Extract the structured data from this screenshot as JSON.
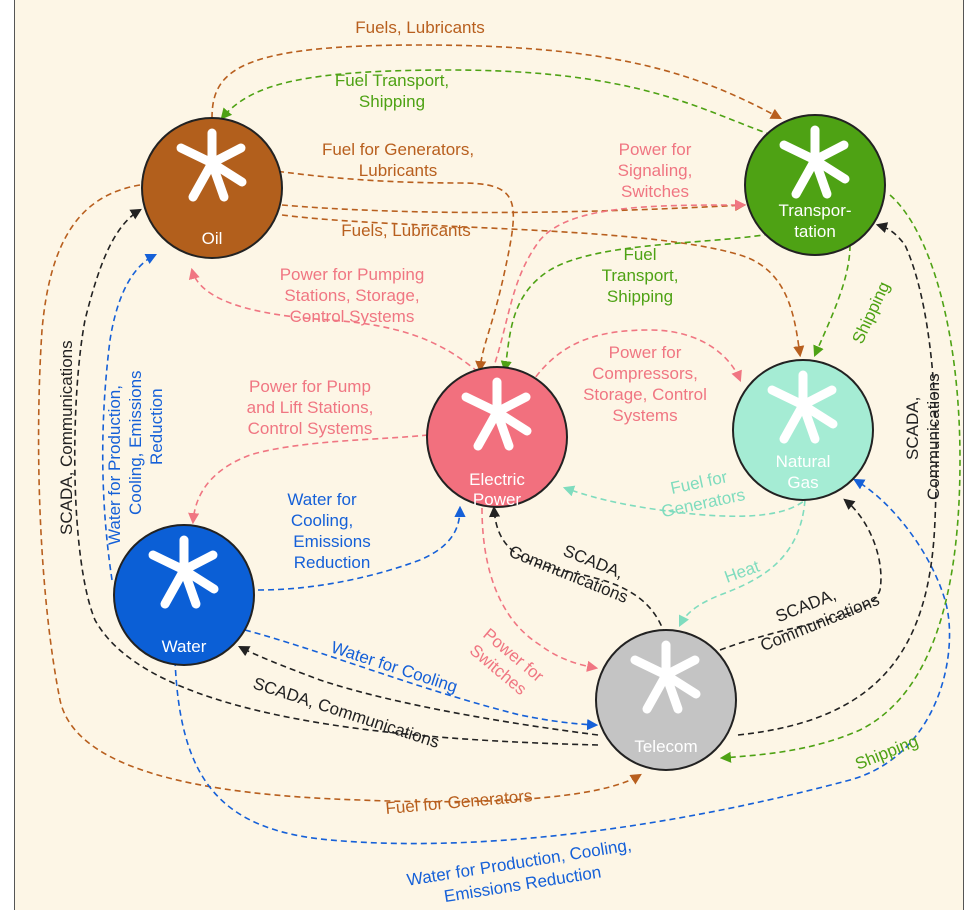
{
  "colors": {
    "oil": "#b25f1c",
    "transportation": "#4ea214",
    "electric_power": "#f2707e",
    "natural_gas": "#a5ecd4",
    "water": "#0b5fd6",
    "telecom": "#c4c4c4",
    "scada": "#222222",
    "water_flow": "#1560d8",
    "power_flow": "#f07682",
    "fuel_flow": "#b85f1e",
    "transport_flow": "#4ea214",
    "gas_flow": "#7fdcbe",
    "background": "#fdf6e6"
  },
  "nodes": {
    "oil": {
      "label": "Oil",
      "icon": "star-burst-icon"
    },
    "transportation": {
      "label_line1": "Transpor-",
      "label_line2": "tation",
      "icon": "star-burst-icon"
    },
    "electric_power": {
      "label_line1": "Electric",
      "label_line2": "Power",
      "icon": "star-burst-icon"
    },
    "natural_gas": {
      "label_line1": "Natural",
      "label_line2": "Gas",
      "icon": "star-burst-icon"
    },
    "water": {
      "label": "Water",
      "icon": "star-burst-icon"
    },
    "telecom": {
      "label": "Telecom",
      "icon": "star-burst-icon"
    }
  },
  "labels": {
    "oil_fuels_lubricants_top": "Fuels, Lubricants",
    "transport_fuel_transport_shipping_line1": "Fuel Transport,",
    "transport_fuel_transport_shipping_line2": "Shipping",
    "oil_fuel_generators_line1": "Fuel for Generators,",
    "oil_fuel_generators_line2": "Lubricants",
    "oil_fuels_lubricants_mid": "Fuels, Lubricants",
    "power_signaling_line1": "Power for",
    "power_signaling_line2": "Signaling,",
    "power_signaling_line3": "Switches",
    "transport_fuel_to_power_line1": "Fuel",
    "transport_fuel_to_power_line2": "Transport,",
    "transport_fuel_to_power_line3": "Shipping",
    "power_pumping_line1": "Power for Pumping",
    "power_pumping_line2": "Stations, Storage,",
    "power_pumping_line3": "Control Systems",
    "power_compressors_line1": "Power for",
    "power_compressors_line2": "Compressors,",
    "power_compressors_line3": "Storage, Control",
    "power_compressors_line4": "Systems",
    "power_pump_lift_line1": "Power for Pump",
    "power_pump_lift_line2": "and Lift Stations,",
    "power_pump_lift_line3": "Control Systems",
    "water_cooling_emissions_line1": "Water for",
    "water_cooling_emissions_line2": "Cooling,",
    "water_cooling_emissions_line3": "Emissions",
    "water_cooling_emissions_line4": "Reduction",
    "water_production_left_line1": "Water for Production,",
    "water_production_left_line2": "Cooling, Emissions",
    "water_production_left_line3": "Reduction",
    "scada_left": "SCADA, Communications",
    "shipping_right": "Shipping",
    "scada_right_line1": "SCADA,",
    "scada_right_line2": "Communications",
    "gas_fuel_generators_line1": "Fuel for",
    "gas_fuel_generators_line2": "Generators",
    "heat": "Heat",
    "scada_power_telecom_line1": "SCADA,",
    "scada_power_telecom_line2": "Communications",
    "scada_telecom_gas_line1": "SCADA,",
    "scada_telecom_gas_line2": "Communications",
    "power_switches_line1": "Power for",
    "power_switches_line2": "Switches",
    "water_for_cooling": "Water for Cooling",
    "scada_water_telecom": "SCADA, Communications",
    "shipping_bottom": "Shipping",
    "fuel_for_generators_bottom": "Fuel for Generators",
    "water_production_bottom_line1": "Water for Production, Cooling,",
    "water_production_bottom_line2": "Emissions Reduction"
  }
}
